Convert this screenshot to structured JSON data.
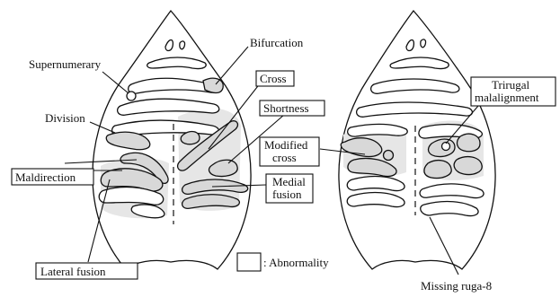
{
  "labels": {
    "supernumerary": "Supernumerary",
    "bifurcation": "Bifurcation",
    "cross": "Cross",
    "division": "Division",
    "shortness": "Shortness",
    "maldirection": "Maldirection",
    "medial_fusion_1": "Medial",
    "medial_fusion_2": "fusion",
    "lateral_fusion": "Lateral fusion",
    "modified_cross_1": "Modified",
    "modified_cross_2": "cross",
    "trirugal_1": "Trirugal",
    "trirugal_2": "malalignment",
    "missing_ruga": "Missing ruga-8"
  },
  "legend": {
    "text": ": Abnormality"
  },
  "colors": {
    "line": "#111111",
    "shade": "#e6e6e6",
    "box_fill": "#ffffff"
  }
}
